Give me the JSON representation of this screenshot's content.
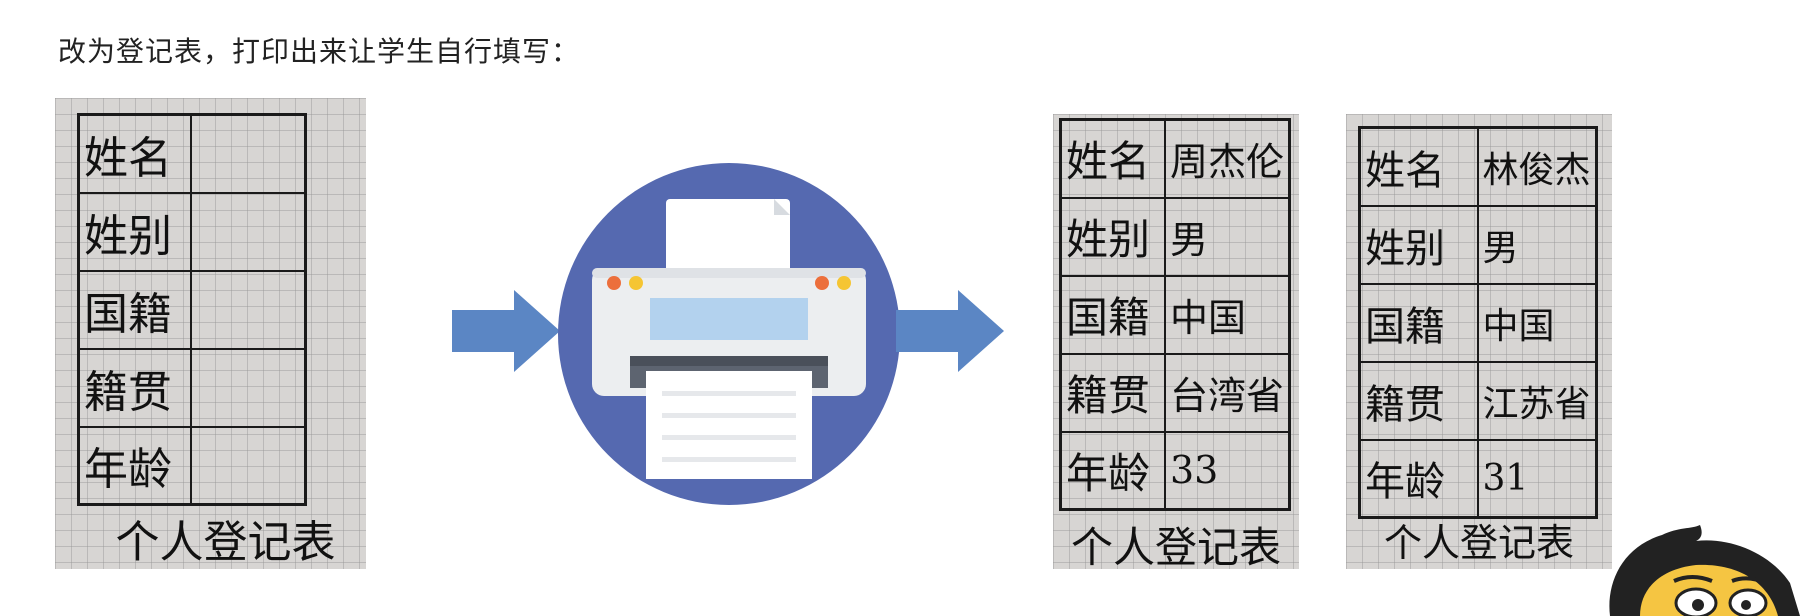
{
  "caption": "改为登记表，打印出来让学生自行填写：",
  "colors": {
    "arrow": "#5b86c4",
    "printer_circle": "#5569b0",
    "printer_body": "#eceef0",
    "printer_screen": "#b3d2ee",
    "printer_led_orange": "#ec6f3c",
    "printer_led_yellow": "#f5c533",
    "paper_grid": "#d7d5d3",
    "mascot_face": "#f5c542"
  },
  "blank_form": {
    "rows": [
      {
        "label": "姓名",
        "value": ""
      },
      {
        "label": "姓别",
        "value": ""
      },
      {
        "label": "国籍",
        "value": ""
      },
      {
        "label": "籍贯",
        "value": ""
      },
      {
        "label": "年龄",
        "value": ""
      }
    ],
    "title": "个人登记表"
  },
  "filled_form_1": {
    "rows": [
      {
        "label": "姓名",
        "value": "周杰伦"
      },
      {
        "label": "姓别",
        "value": "男"
      },
      {
        "label": "国籍",
        "value": "中国"
      },
      {
        "label": "籍贯",
        "value": "台湾省"
      },
      {
        "label": "年龄",
        "value": "33"
      }
    ],
    "title": "个人登记表"
  },
  "filled_form_2": {
    "rows": [
      {
        "label": "姓名",
        "value": "林俊杰"
      },
      {
        "label": "姓别",
        "value": "男"
      },
      {
        "label": "国籍",
        "value": "中国"
      },
      {
        "label": "籍贯",
        "value": "江苏省"
      },
      {
        "label": "年龄",
        "value": "31"
      }
    ],
    "title": "个人登记表"
  },
  "icons": {
    "arrow_in": "right-arrow-icon",
    "printer": "printer-icon",
    "arrow_out": "right-arrow-icon",
    "mascot": "cartoon-character"
  }
}
